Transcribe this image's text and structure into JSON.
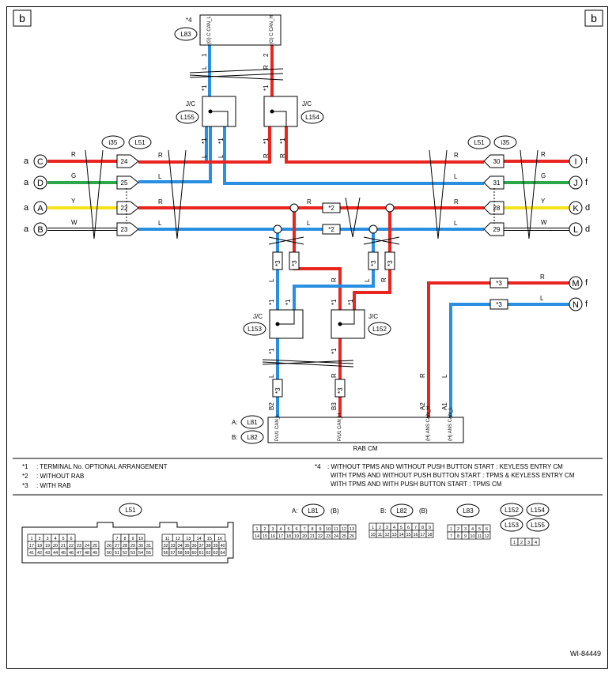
{
  "page": {
    "corner_left": "b",
    "corner_right": "b",
    "figure_id": "WI-84449"
  },
  "wire_colors": {
    "red": "#e8251f",
    "blue": "#2a8fe0",
    "green": "#2aa84a",
    "yellow": "#f4e21a",
    "white": "#ffffff",
    "frame": "#000000"
  },
  "top_connector": {
    "star": "*4",
    "code": "L83",
    "pin_left_label": "(G) C CAN_L",
    "pin_right_label": "(G) C CAN_H",
    "wire_left": "L",
    "pin_left": "1",
    "wire_right": "R",
    "pin_right": "2"
  },
  "connectors": {
    "i35_left": "i35",
    "l51_left": "L51",
    "l51_right": "L51",
    "i35_right": "i35"
  },
  "junctions": {
    "jc_label": "J/C",
    "l155": "L155",
    "l154": "L154",
    "l153": "L153",
    "l152": "L152"
  },
  "left_terminals": [
    {
      "prefix": "a",
      "letter": "C",
      "color": "R",
      "pin": "24",
      "wire": "R"
    },
    {
      "prefix": "a",
      "letter": "D",
      "color": "G",
      "pin": "25",
      "wire": "L"
    },
    {
      "prefix": "a",
      "letter": "A",
      "color": "Y",
      "pin": "22",
      "wire": "R"
    },
    {
      "prefix": "a",
      "letter": "B",
      "color": "W",
      "pin": "23",
      "wire": "L"
    }
  ],
  "right_terminals": [
    {
      "suffix": "f",
      "letter": "I",
      "color": "R",
      "pin": "30",
      "wire": "R"
    },
    {
      "suffix": "f",
      "letter": "J",
      "color": "G",
      "pin": "31",
      "wire": "L"
    },
    {
      "suffix": "d",
      "letter": "K",
      "color": "Y",
      "pin": "28",
      "wire": "R"
    },
    {
      "suffix": "d",
      "letter": "L",
      "color": "W",
      "pin": "29",
      "wire": "L"
    },
    {
      "suffix": "f",
      "letter": "M",
      "color": "R",
      "box": "*3"
    },
    {
      "suffix": "f",
      "letter": "N",
      "color": "L",
      "box": "*3"
    }
  ],
  "wire_letters": {
    "r": "R",
    "l": "L"
  },
  "marks": {
    "s1": "*1",
    "s2": "*2",
    "s3": "*3"
  },
  "rab": {
    "name": "RAB CM",
    "conn_a": "A:",
    "conn_a_code": "L81",
    "conn_b": "B:",
    "conn_b_code": "L82",
    "pins": [
      "B2",
      "B3",
      "A2",
      "A1"
    ],
    "pin_labels": [
      "P/U1 CAN_L",
      "P/U1 CAN_H",
      "(H) ANS CAN_H",
      "(H) ANS CAN_L"
    ]
  },
  "legend_left": [
    {
      "key": "*1",
      "text": ": TERMINAL No. OPTIONAL ARRANGEMENT"
    },
    {
      "key": "*2",
      "text": ": WITHOUT RAB"
    },
    {
      "key": "*3",
      "text": ": WITH RAB"
    }
  ],
  "legend_right": {
    "key": "*4",
    "lines": [
      ": WITHOUT TPMS AND WITHOUT PUSH BUTTON START  : KEYLESS ENTRY CM",
      "WITH TPMS AND WITHOUT PUSH BUTTON START  : TPMS & KEYLESS ENTRY CM",
      "WITH TPMS AND WITH PUSH BUTTON START  : TPMS CM"
    ]
  },
  "pinouts": {
    "l51": {
      "code": "L51",
      "g1_r1": [
        "1",
        "2",
        "3",
        "4",
        "5",
        "6"
      ],
      "g1_r2": [
        "17",
        "18",
        "19",
        "20",
        "21",
        "22",
        "23",
        "24",
        "25"
      ],
      "g1_r3": [
        "41",
        "42",
        "43",
        "44",
        "45",
        "46",
        "47",
        "48",
        "49"
      ],
      "g2_r1": [
        "7",
        "8",
        "9",
        "10"
      ],
      "g2_r2": [
        "26",
        "27",
        "28",
        "29",
        "30",
        "31"
      ],
      "g2_r3": [
        "50",
        "51",
        "52",
        "53",
        "54",
        "55"
      ],
      "g3_r1": [
        "11",
        "12",
        "13",
        "14",
        "15",
        "16"
      ],
      "g3_r2": [
        "32",
        "33",
        "34",
        "35",
        "36",
        "37",
        "38",
        "39",
        "40"
      ],
      "g3_r3": [
        "56",
        "57",
        "58",
        "59",
        "60",
        "61",
        "62",
        "63",
        "64"
      ]
    },
    "l81": {
      "prefix": "A:",
      "code": "L81",
      "suffix": "(B)",
      "r1": [
        "1",
        "2",
        "3",
        "4",
        "5",
        "6",
        "7",
        "8",
        "9",
        "10",
        "11",
        "12",
        "13"
      ],
      "r2": [
        "14",
        "15",
        "16",
        "17",
        "18",
        "19",
        "20",
        "21",
        "22",
        "23",
        "24",
        "25",
        "26"
      ]
    },
    "l82": {
      "prefix": "B:",
      "code": "L82",
      "suffix": "(B)",
      "r1": [
        "1",
        "2",
        "3",
        "4",
        "5",
        "6",
        "7",
        "8",
        "9"
      ],
      "r2": [
        "10",
        "11",
        "12",
        "13",
        "14",
        "15",
        "16",
        "17",
        "18"
      ]
    },
    "l83": {
      "code": "L83",
      "r1": [
        "1",
        "2",
        "3",
        "4",
        "5",
        "6"
      ],
      "r2": [
        "7",
        "8",
        "9",
        "10",
        "11",
        "12"
      ]
    },
    "jc": {
      "codes": [
        "L152",
        "L154",
        "L153",
        "L155"
      ],
      "pins": [
        "1",
        "2",
        "3",
        "4"
      ]
    }
  }
}
